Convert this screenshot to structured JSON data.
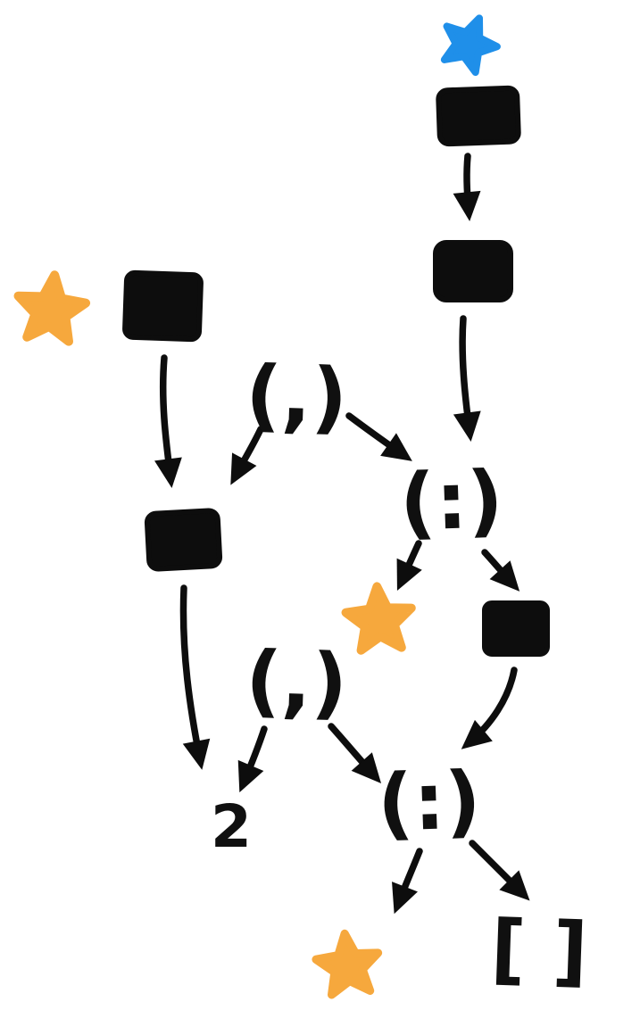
{
  "canvas": {
    "background": "#ffffff"
  },
  "colors": {
    "ink": "#0d0d0d"
  },
  "icons": {
    "blue_star": {
      "shape": "five-point-star",
      "color": "#1f8fe9"
    },
    "orange_star": {
      "shape": "five-point-star",
      "color": "#f6a83d"
    },
    "black_box": {
      "shape": "filled-rounded-square",
      "color": "#0d0d0d"
    }
  },
  "nodes": {
    "tuple_top": {
      "label": "(,)"
    },
    "cons_top": {
      "label": "(:)"
    },
    "tuple_bottom": {
      "label": "(,)"
    },
    "cons_bottom": {
      "label": "(:)"
    },
    "number_leaf": {
      "label": "2"
    },
    "empty_list_leaf": {
      "label": "[ ]"
    }
  }
}
